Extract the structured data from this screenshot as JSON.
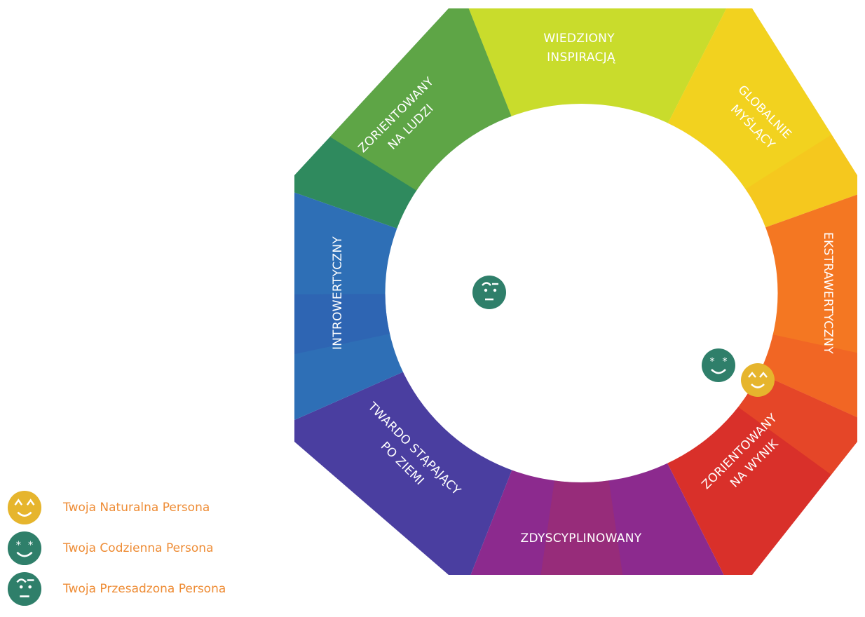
{
  "wheel": {
    "segments": [
      {
        "label_lines": [
          "WIEDZIONY",
          "INSPIRACJĄ"
        ]
      },
      {
        "label_lines": [
          "GLOBALNIE",
          "MYŚLĄCY"
        ]
      },
      {
        "label_lines": [
          "EKSTRAWERTYCZNY"
        ]
      },
      {
        "label_lines": [
          "ZORIENTOWANY",
          "NA WYNIK"
        ]
      },
      {
        "label_lines": [
          "ZDYSCYPLINOWANY"
        ]
      },
      {
        "label_lines": [
          "TWARDO STĄPAJĄCY",
          "PO ZIEMI"
        ]
      },
      {
        "label_lines": [
          "INTROWERTYCZNY"
        ]
      },
      {
        "label_lines": [
          "ZORIENTOWANY",
          "NA LUDZI"
        ]
      }
    ],
    "colors": {
      "top": "#c9dc2c",
      "top_right": "#f5d21c",
      "right": "#f47722",
      "bottom_right": "#d9302a",
      "bottom": "#8c2a8e",
      "bottom_left": "#4a3ea0",
      "left": "#2e6fb6",
      "top_left": "#2f8a5e"
    }
  },
  "legend": {
    "items": [
      {
        "label": "Twoja Naturalna Persona",
        "icon": "natural-persona-face-icon",
        "color": "#e6b52d"
      },
      {
        "label": "Twoja Codzienna Persona",
        "icon": "daily-persona-face-icon",
        "color": "#2f7f6a"
      },
      {
        "label": "Twoja Przesadzona Persona",
        "icon": "exaggerated-persona-face-icon",
        "color": "#2f7f6a"
      }
    ]
  }
}
